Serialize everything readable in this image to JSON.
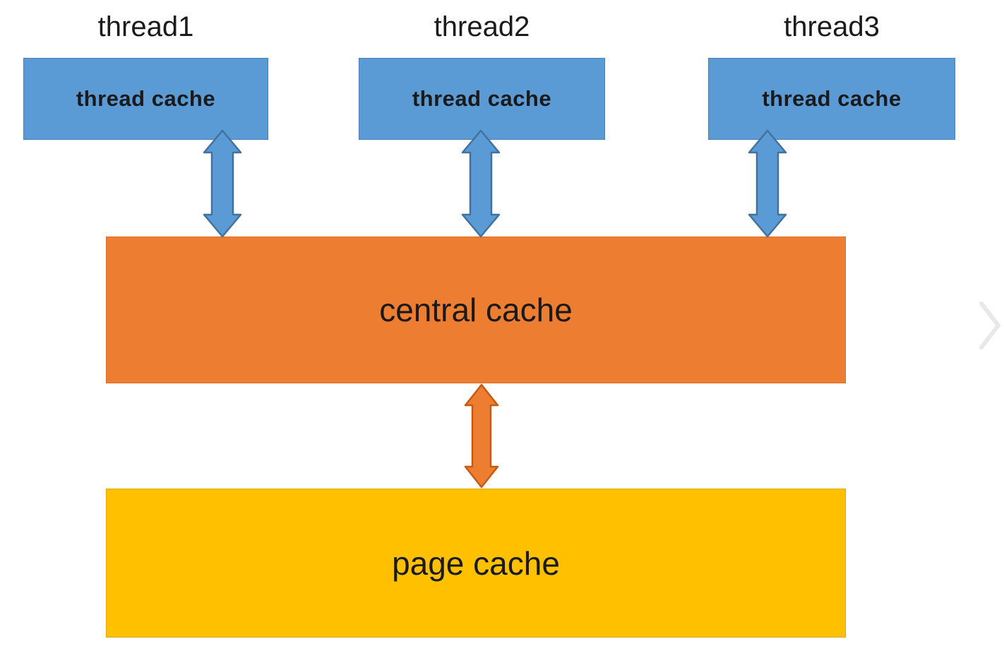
{
  "diagram": {
    "threads": [
      {
        "title": "thread1",
        "box_label": "thread cache"
      },
      {
        "title": "thread2",
        "box_label": "thread cache"
      },
      {
        "title": "thread3",
        "box_label": "thread cache"
      }
    ],
    "central_cache": {
      "label": "central cache"
    },
    "page_cache": {
      "label": "page cache"
    }
  },
  "icons": {
    "bidirectional_arrow": "⇳",
    "chevron_right": "›"
  },
  "colors": {
    "background": "#FFFFFF",
    "text": "#1A1A1A",
    "thread_box_fill": "#5B9BD5",
    "thread_box_border": "#4A7EBB",
    "blue_arrow_fill": "#5B9BD5",
    "blue_arrow_stroke": "#41719C",
    "central_box_fill": "#ED7D31",
    "central_box_border": "#DC6F28",
    "orange_arrow_fill": "#ED7D31",
    "orange_arrow_stroke": "#C55A11",
    "page_box_fill": "#FFC000",
    "page_box_border": "#DFA800",
    "chevron": "#E8E8E8"
  }
}
